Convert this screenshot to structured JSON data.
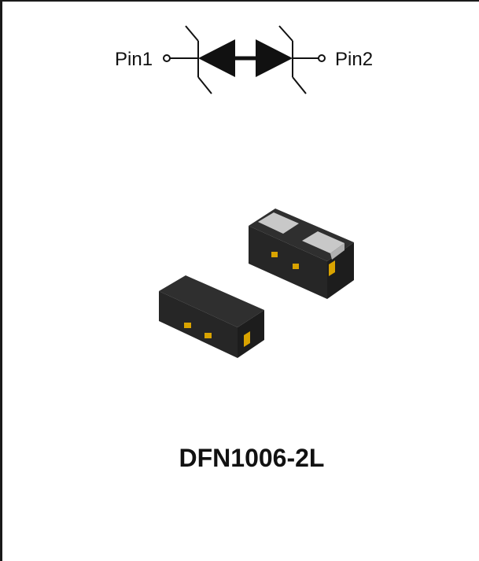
{
  "diagram": {
    "pins": {
      "pin1_label": "Pin1",
      "pin2_label": "Pin2"
    },
    "symbol": "bidirectional-tvs-diode-icon",
    "package_name": "DFN1006-2L"
  },
  "colors": {
    "ink": "#111111",
    "body": "#2b2b2b",
    "pad_gold": "#d9a300",
    "pad_silver": "#c8c8c8"
  }
}
